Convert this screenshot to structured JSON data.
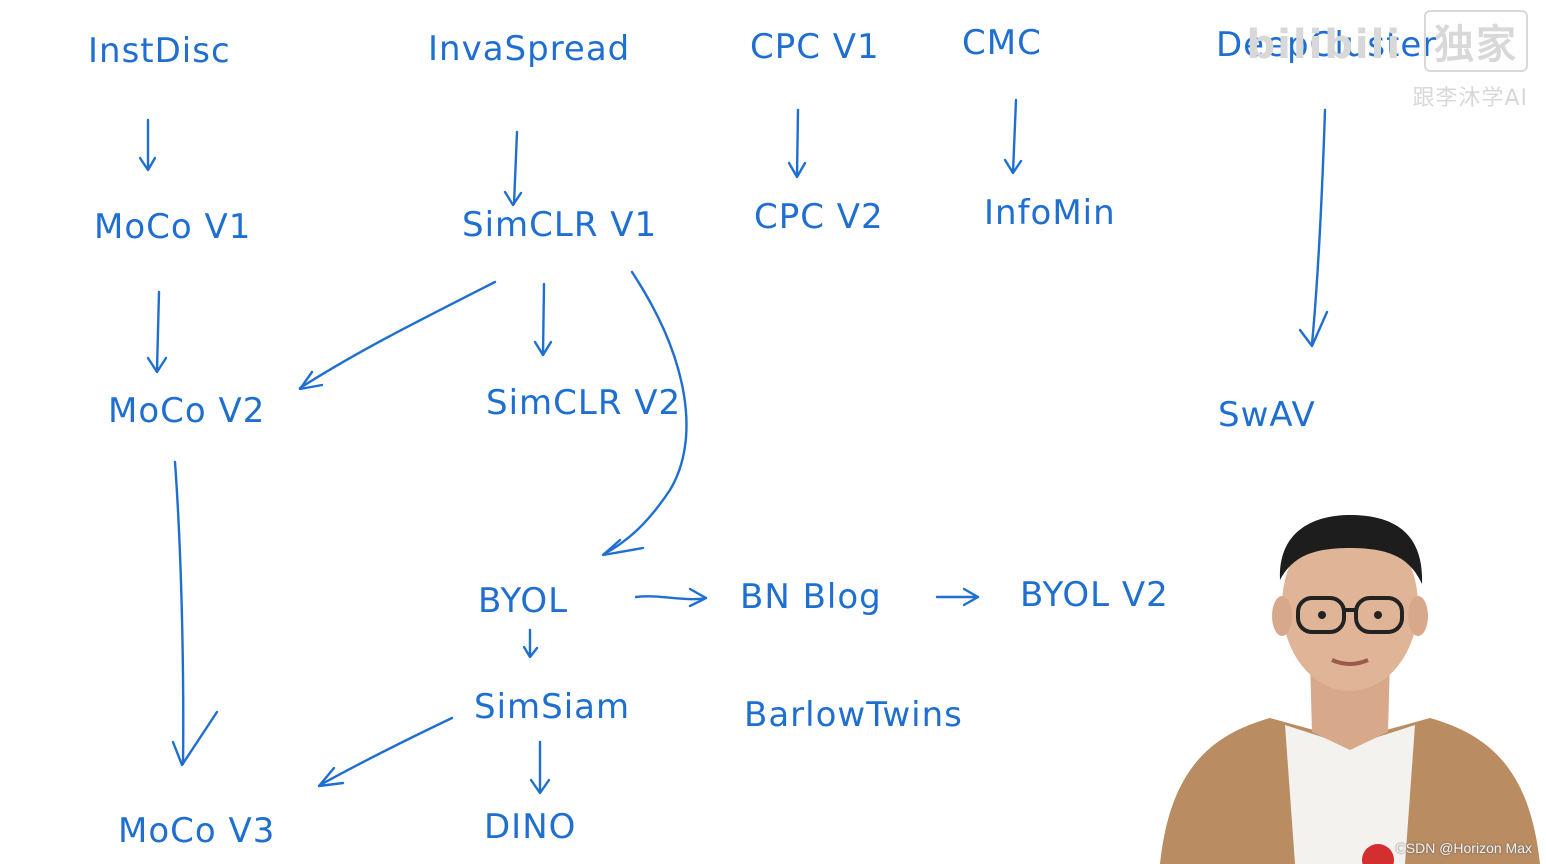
{
  "diagram": {
    "nodes": [
      {
        "id": "instdisc",
        "label": "InstDisc"
      },
      {
        "id": "invaspread",
        "label": "InvaSpread"
      },
      {
        "id": "cpcv1",
        "label": "CPC V1"
      },
      {
        "id": "cmc",
        "label": "CMC"
      },
      {
        "id": "deepcluster",
        "label": "DeepCluster"
      },
      {
        "id": "mocov1",
        "label": "MoCo V1"
      },
      {
        "id": "simclrv1",
        "label": "SimCLR V1"
      },
      {
        "id": "cpcv2",
        "label": "CPC V2"
      },
      {
        "id": "infomin",
        "label": "InfoMin"
      },
      {
        "id": "mocov2",
        "label": "MoCo V2"
      },
      {
        "id": "simclrv2",
        "label": "SimCLR V2"
      },
      {
        "id": "swav",
        "label": "SwAV"
      },
      {
        "id": "byol",
        "label": "BYOL"
      },
      {
        "id": "bnblog",
        "label": "BN Blog"
      },
      {
        "id": "byolv2",
        "label": "BYOL V2"
      },
      {
        "id": "simsiam",
        "label": "SimSiam"
      },
      {
        "id": "barlowtwins",
        "label": "BarlowTwins"
      },
      {
        "id": "mocov3",
        "label": "MoCo V3"
      },
      {
        "id": "dino",
        "label": "DINO"
      }
    ],
    "edges": [
      {
        "from": "instdisc",
        "to": "mocov1"
      },
      {
        "from": "invaspread",
        "to": "simclrv1"
      },
      {
        "from": "cpcv1",
        "to": "cpcv2"
      },
      {
        "from": "cmc",
        "to": "infomin"
      },
      {
        "from": "deepcluster",
        "to": "swav"
      },
      {
        "from": "mocov1",
        "to": "mocov2"
      },
      {
        "from": "simclrv1",
        "to": "mocov2"
      },
      {
        "from": "simclrv1",
        "to": "simclrv2"
      },
      {
        "from": "simclrv1",
        "to": "byol"
      },
      {
        "from": "mocov2",
        "to": "mocov3"
      },
      {
        "from": "byol",
        "to": "bnblog"
      },
      {
        "from": "bnblog",
        "to": "byolv2"
      },
      {
        "from": "byol",
        "to": "simsiam"
      },
      {
        "from": "simsiam",
        "to": "mocov3"
      },
      {
        "from": "simsiam",
        "to": "dino"
      }
    ]
  },
  "watermark": {
    "brand": "bilibili",
    "badge": "独家",
    "subtitle": "跟李沐学AI"
  },
  "credit": "CSDN @Horizon Max",
  "colors": {
    "ink": "#1f6fd1",
    "background": "#ffffff"
  }
}
